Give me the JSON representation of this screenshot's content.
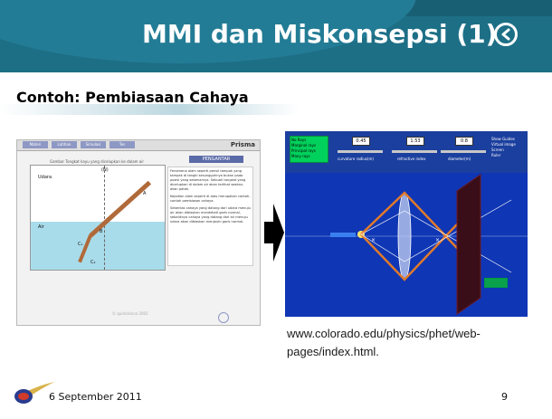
{
  "title": "MMI dan Miskonsepsi (1)",
  "subtitle": "Contoh: Pembiasaan Cahaya",
  "left_app": {
    "tabs": [
      "Materi",
      "Latihan",
      "Simulasi",
      "Tes"
    ],
    "app_name": "Prisma",
    "diagram_title": "Gambar Tongkat kayu yang dicelupkan ke dalam air",
    "labels": {
      "udara": "Udara",
      "air": "Air",
      "n": "(N)",
      "a": "A",
      "b": "B",
      "c1": "C₁",
      "c2": "C₂"
    },
    "section_button": "PENGANTAR",
    "paragraphs": [
      "Fenomena alam seperti pensil tampak yang tampak di tangki sesungguhnya bukan pada posisi yang sebenarnya. Sebuah tongkat yang dicelupkan di dalam air akan terlihat seakan-akan patah.",
      "Kejadian alam seperti di atas merupakan contoh-contoh pembiasan cahaya.",
      "Seberkas cahaya yang datang dari udara menuju air akan dibiaskan mendekati garis normal, sebaliknya cahaya yang datang dari air menuju udara akan dibiaskan menjauhi garis normal."
    ],
    "copyright": "© quirkskince 2003"
  },
  "right_app": {
    "ray_options": [
      "No Rays",
      "Marginal rays",
      "Principal rays",
      "Many rays"
    ],
    "sliders": [
      {
        "value": "0.45",
        "caption": "curvature radius(m)"
      },
      {
        "value": "1.53",
        "caption": "refractive index"
      },
      {
        "value": "0.8",
        "caption": "diameter(m)"
      }
    ],
    "checkboxes": [
      "Show Guides",
      "Virtual image",
      "Screen",
      "Ruler"
    ],
    "colors": {
      "background": "#1b3f9e",
      "panel": "#00d15c",
      "ray": "#e07a2c"
    }
  },
  "url_text": "www.colorado.edu/physics/phet/web-pages/index.html.",
  "footer": {
    "date": "6 September 2011",
    "page_number": "9"
  },
  "icons": {
    "nav": "circle-arrow-left-icon",
    "logo": "comet-logo-icon"
  },
  "colors": {
    "header": "#1d6f86",
    "title_text": "#ffffff"
  }
}
